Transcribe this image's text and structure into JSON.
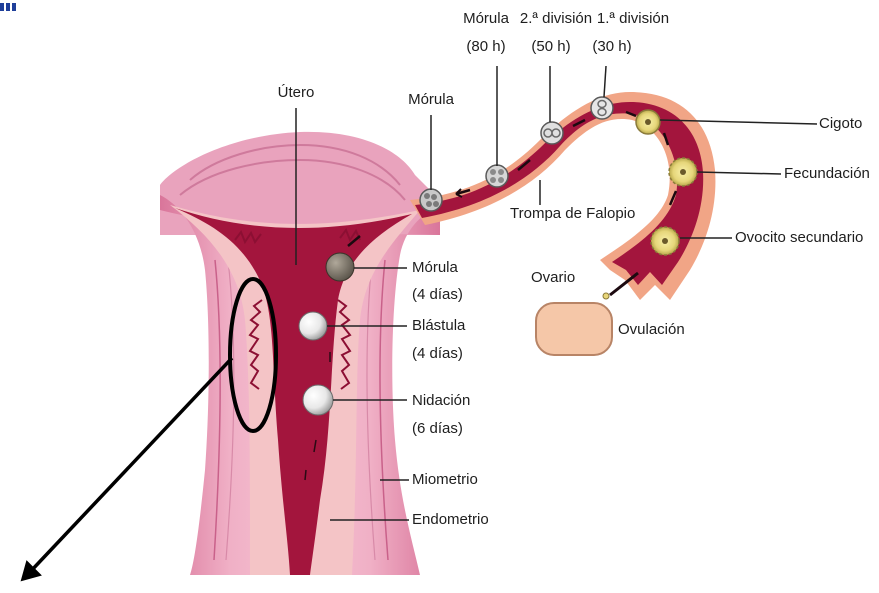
{
  "labels": {
    "utero": "Útero",
    "morula_top": "Mórula",
    "morula_80": "Mórula",
    "morula_80_time": "(80 h)",
    "div2": "2.ª división",
    "div2_time": "(50 h)",
    "div1": "1.ª división",
    "div1_time": "(30 h)",
    "cigoto": "Cigoto",
    "fecundacion": "Fecundación",
    "trompa": "Trompa de Falopio",
    "ovocito": "Ovocito secundario",
    "ovario": "Ovario",
    "ovulacion": "Ovulación",
    "morula_4": "Mórula",
    "morula_4_time": "(4 días)",
    "blastula": "Blástula",
    "blastula_time": "(4 días)",
    "nidacion": "Nidación",
    "nidacion_time": "(6 días)",
    "miometrio": "Miometrio",
    "endometrio": "Endometrio"
  },
  "colors": {
    "myometrium": "#e99ab4",
    "myometrium_dark": "#d06f93",
    "endometrium": "#f6c7c9",
    "cavity": "#a3153d",
    "tube_outer": "#f3a98c",
    "ovary": "#f5c7a8",
    "annotation": "#000000",
    "corner_logo": "#1f3f9a"
  },
  "icons": [
    "uterus-illustration",
    "fallopian-tube-illustration",
    "ovary-illustration",
    "embryo-stage-icon",
    "highlight-ellipse",
    "pointer-arrow"
  ]
}
